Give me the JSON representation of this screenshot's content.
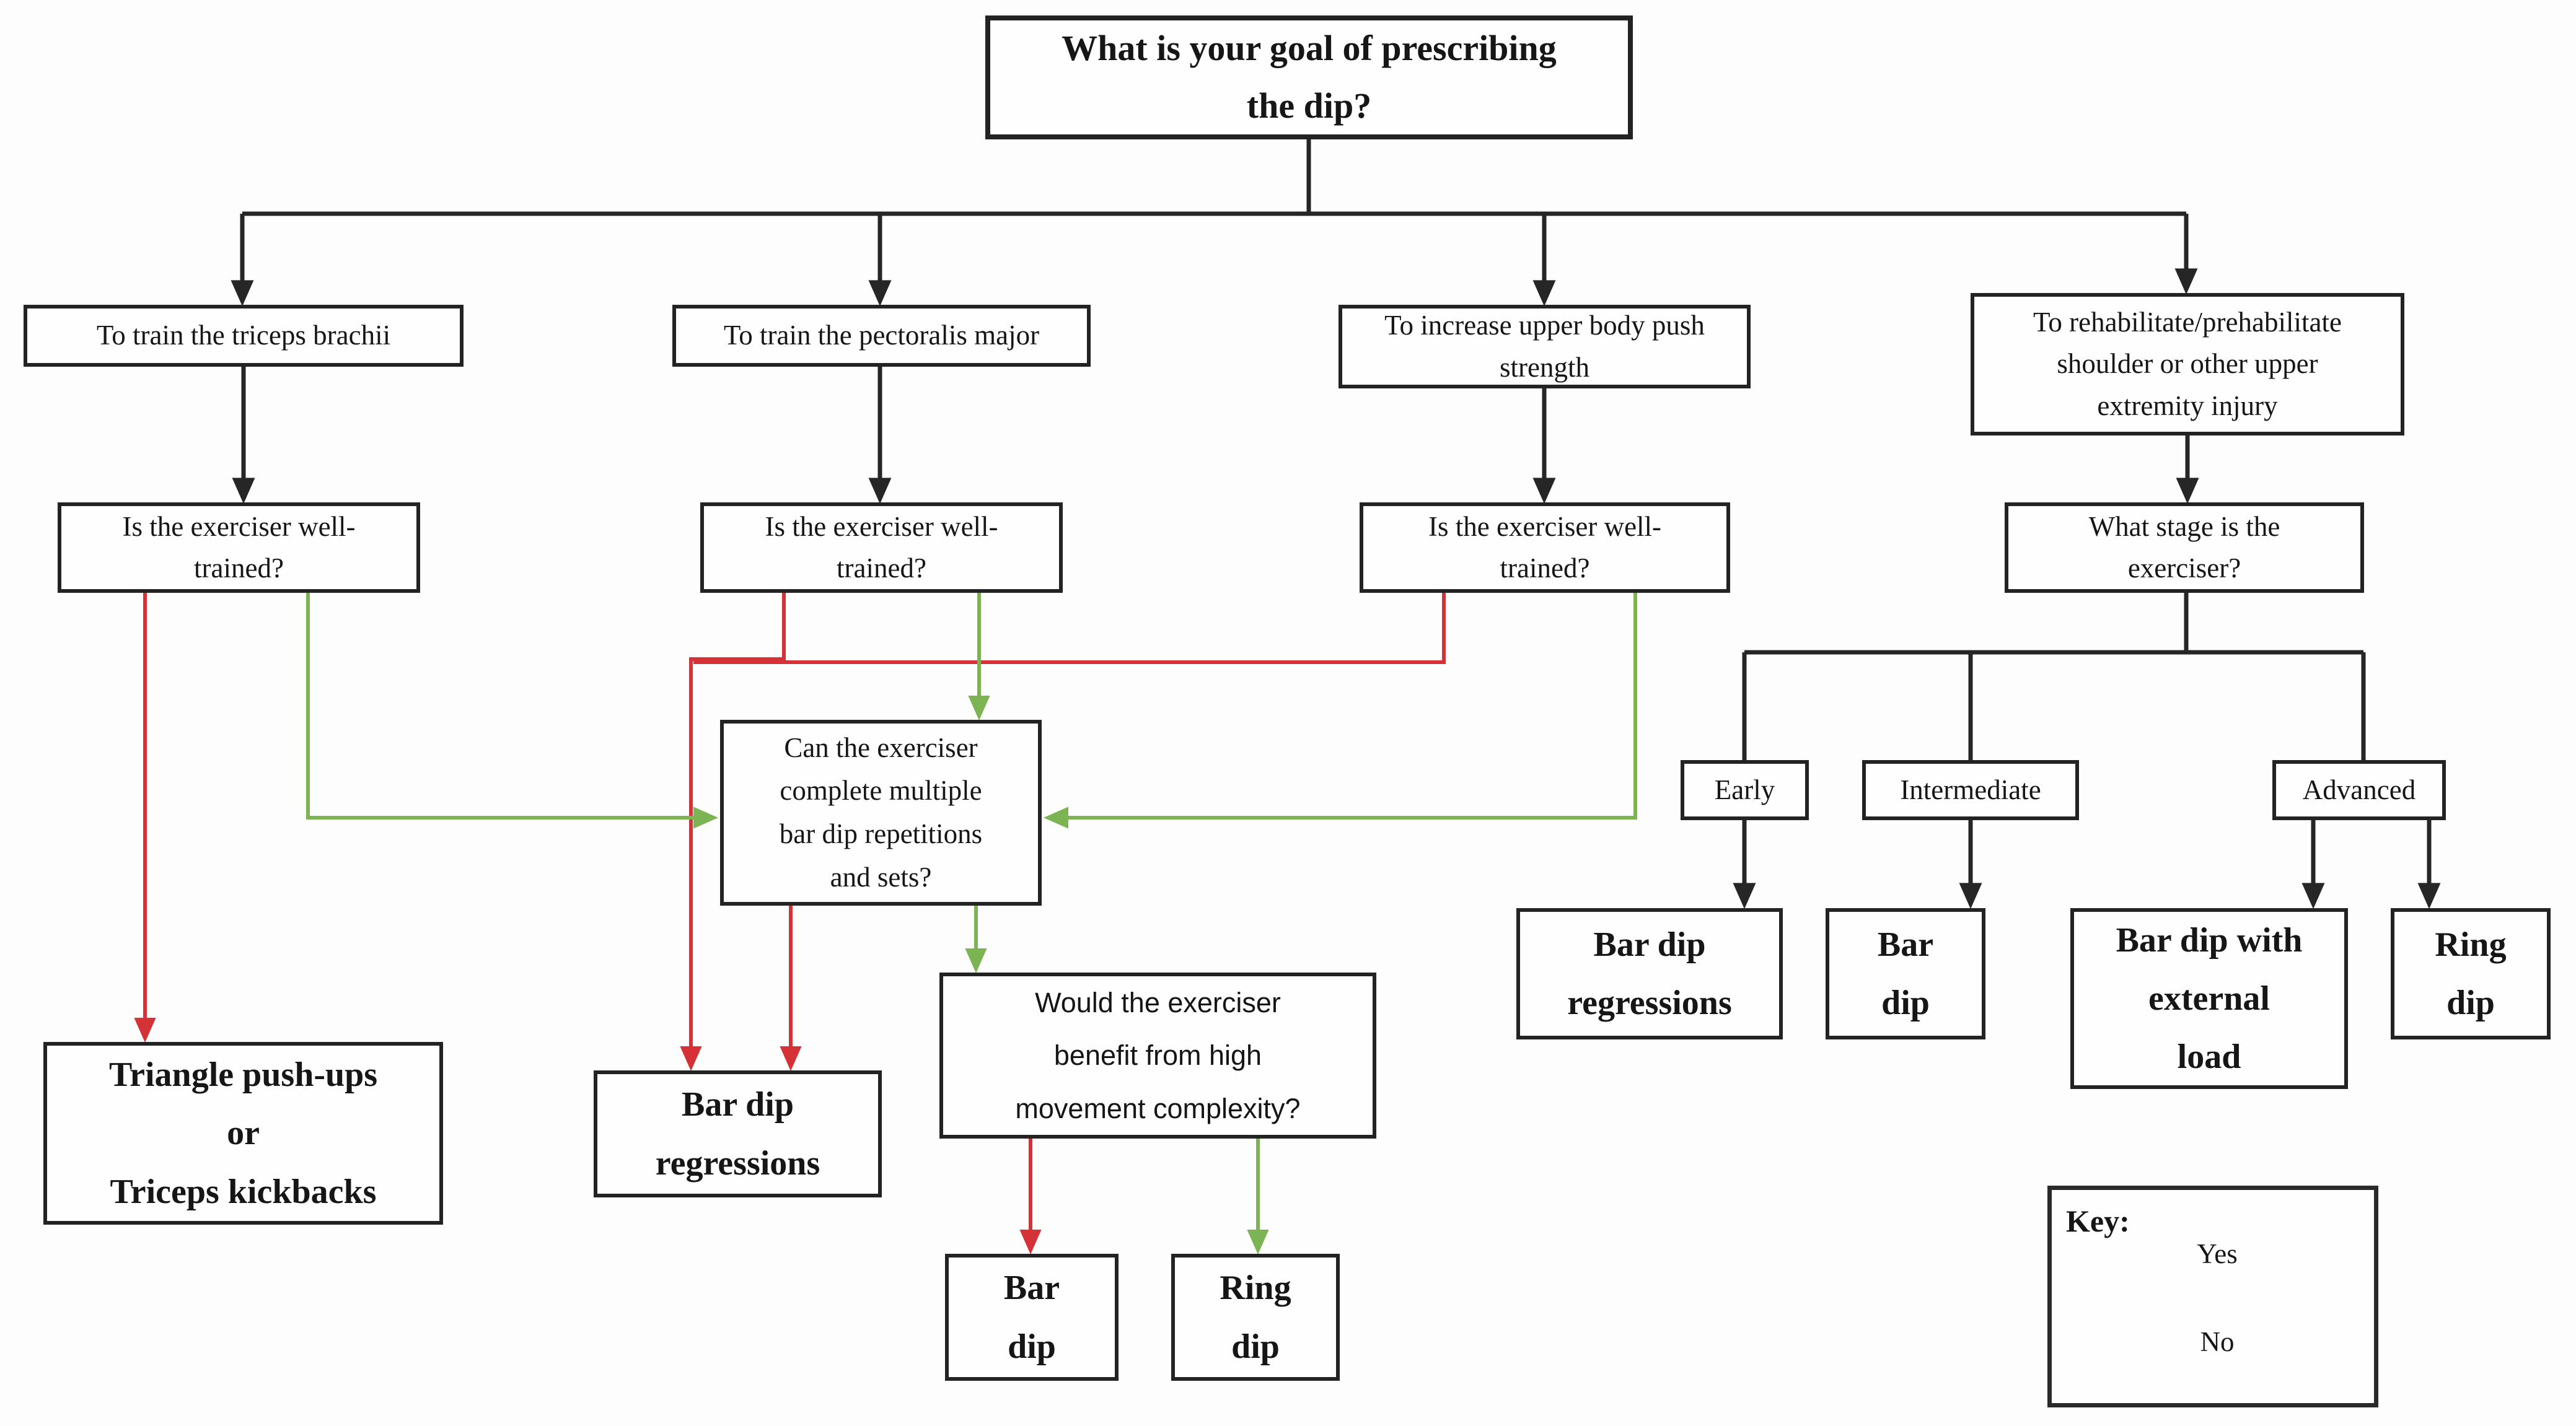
{
  "colors": {
    "yes": "#7cb454",
    "no": "#d53238",
    "line": "#262626",
    "box_border": "#232323",
    "box_background": "#fefefe"
  },
  "key": {
    "title": "Key:",
    "yes_label": "Yes",
    "no_label": "No"
  },
  "nodes": {
    "root": "What is your goal of prescribing\nthe dip?",
    "goal_triceps": "To train the triceps brachii",
    "goal_pectoralis": "To train the pectoralis major",
    "goal_push": "To increase upper body push\nstrength",
    "goal_rehab": "To rehabilitate/prehabilitate\nshoulder or other upper\nextremity injury",
    "q_triceps": "Is the exerciser well-\ntrained?",
    "q_pectoralis": "Is the exerciser well-\ntrained?",
    "q_push": "Is the exerciser well-\ntrained?",
    "q_stage": "What stage is the\nexerciser?",
    "q_multiple": "Can the exerciser\ncomplete multiple\nbar dip repetitions\nand sets?",
    "q_complexity": "Would the exerciser\nbenefit from high\nmovement complexity?",
    "out_triangle": "Triangle push-ups\nor\nTriceps kickbacks",
    "out_bardip_regressions_mid": "Bar dip\nregressions",
    "out_bardip_mid": "Bar\ndip",
    "out_ringdip_mid": "Ring\ndip",
    "stage_early": "Early",
    "stage_intermediate": "Intermediate",
    "stage_advanced": "Advanced",
    "out_bardip_regressions_right": "Bar dip\nregressions",
    "out_bardip_right": "Bar\ndip",
    "out_bardip_external_load": "Bar dip with\nexternal\nload",
    "out_ringdip_right": "Ring\ndip"
  },
  "edges": [
    {
      "from": "root",
      "to": "goal_triceps",
      "answer": "plain"
    },
    {
      "from": "root",
      "to": "goal_pectoralis",
      "answer": "plain"
    },
    {
      "from": "root",
      "to": "goal_push",
      "answer": "plain"
    },
    {
      "from": "root",
      "to": "goal_rehab",
      "answer": "plain"
    },
    {
      "from": "goal_triceps",
      "to": "q_triceps",
      "answer": "plain"
    },
    {
      "from": "goal_pectoralis",
      "to": "q_pectoralis",
      "answer": "plain"
    },
    {
      "from": "goal_push",
      "to": "q_push",
      "answer": "plain"
    },
    {
      "from": "goal_rehab",
      "to": "q_stage",
      "answer": "plain"
    },
    {
      "from": "q_triceps",
      "to": "out_triangle",
      "answer": "no"
    },
    {
      "from": "q_triceps",
      "to": "q_multiple",
      "answer": "yes"
    },
    {
      "from": "q_pectoralis",
      "to": "out_bardip_regressions_mid",
      "answer": "no"
    },
    {
      "from": "q_pectoralis",
      "to": "q_multiple",
      "answer": "yes"
    },
    {
      "from": "q_push",
      "to": "out_bardip_regressions_mid",
      "answer": "no"
    },
    {
      "from": "q_push",
      "to": "q_multiple",
      "answer": "yes"
    },
    {
      "from": "q_multiple",
      "to": "out_bardip_regressions_mid",
      "answer": "no"
    },
    {
      "from": "q_multiple",
      "to": "q_complexity",
      "answer": "yes"
    },
    {
      "from": "q_complexity",
      "to": "out_bardip_mid",
      "answer": "no"
    },
    {
      "from": "q_complexity",
      "to": "out_ringdip_mid",
      "answer": "yes"
    },
    {
      "from": "q_stage",
      "to": "stage_early",
      "answer": "plain"
    },
    {
      "from": "q_stage",
      "to": "stage_intermediate",
      "answer": "plain"
    },
    {
      "from": "q_stage",
      "to": "stage_advanced",
      "answer": "plain"
    },
    {
      "from": "stage_early",
      "to": "out_bardip_regressions_right",
      "answer": "plain"
    },
    {
      "from": "stage_intermediate",
      "to": "out_bardip_right",
      "answer": "plain"
    },
    {
      "from": "stage_advanced",
      "to": "out_bardip_external_load",
      "answer": "plain"
    },
    {
      "from": "stage_advanced",
      "to": "out_ringdip_right",
      "answer": "plain"
    }
  ]
}
